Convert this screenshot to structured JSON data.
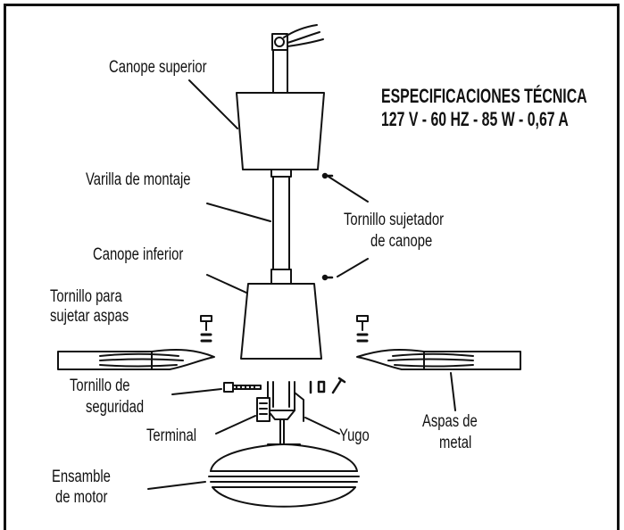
{
  "specs": {
    "line1": "ESPECIFICACIONES TÉCNICA",
    "line2": "127 V - 60 HZ - 85 W - 0,67 A"
  },
  "labels": {
    "canope_superior": "Canope superior",
    "varilla": "Varilla de montaje",
    "canope_inferior": "Canope inferior",
    "tornillo_aspas_1": "Tornillo para",
    "tornillo_aspas_2": "sujetar aspas",
    "tornillo_canope_1": "Tornillo sujetador",
    "tornillo_canope_2": "de canope",
    "tornillo_seg_1": "Tornillo de",
    "tornillo_seg_2": "seguridad",
    "terminal": "Terminal",
    "yugo": "Yugo",
    "aspas_1": "Aspas de",
    "aspas_2": "metal",
    "motor_1": "Ensamble",
    "motor_2": "de motor"
  },
  "colors": {
    "ink": "#111111",
    "background": "#ffffff"
  }
}
